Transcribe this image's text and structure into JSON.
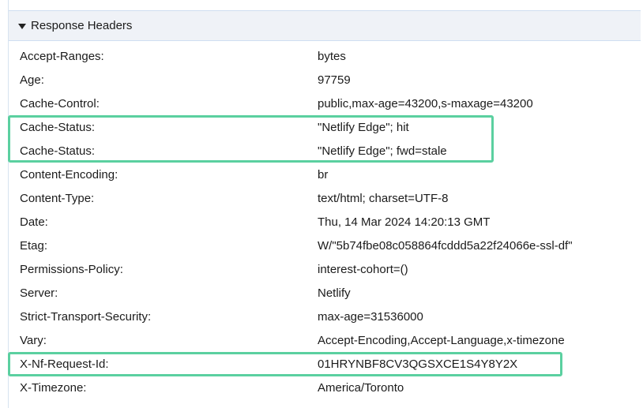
{
  "section": {
    "title": "Response Headers",
    "twisty_icon": "triangle-down-icon",
    "expanded": true,
    "background_color": "#eff2f7",
    "border_color": "#cfdef1"
  },
  "highlight": {
    "color": "#5bd0a0",
    "regions": [
      {
        "name": "cache-status-rows",
        "rows": [
          3,
          4
        ]
      },
      {
        "name": "x-nf-request-id-row",
        "rows": [
          12
        ]
      }
    ]
  },
  "headers": [
    {
      "name": "Accept-Ranges:",
      "value": "bytes"
    },
    {
      "name": "Age:",
      "value": "97759"
    },
    {
      "name": "Cache-Control:",
      "value": "public,max-age=43200,s-maxage=43200"
    },
    {
      "name": "Cache-Status:",
      "value": "\"Netlify Edge\"; hit"
    },
    {
      "name": "Cache-Status:",
      "value": "\"Netlify Edge\"; fwd=stale"
    },
    {
      "name": "Content-Encoding:",
      "value": "br"
    },
    {
      "name": "Content-Type:",
      "value": "text/html; charset=UTF-8"
    },
    {
      "name": "Date:",
      "value": "Thu, 14 Mar 2024 14:20:13 GMT"
    },
    {
      "name": "Etag:",
      "value": "W/\"5b74fbe08c058864fcddd5a22f24066e-ssl-df\""
    },
    {
      "name": "Permissions-Policy:",
      "value": "interest-cohort=()"
    },
    {
      "name": "Server:",
      "value": "Netlify"
    },
    {
      "name": "Strict-Transport-Security:",
      "value": "max-age=31536000"
    },
    {
      "name": "Vary:",
      "value": "Accept-Encoding,Accept-Language,x-timezone"
    },
    {
      "name": "X-Nf-Request-Id:",
      "value": "01HRYNBF8CV3QGSXCE1S4Y8Y2X"
    },
    {
      "name": "X-Timezone:",
      "value": "America/Toronto"
    }
  ]
}
